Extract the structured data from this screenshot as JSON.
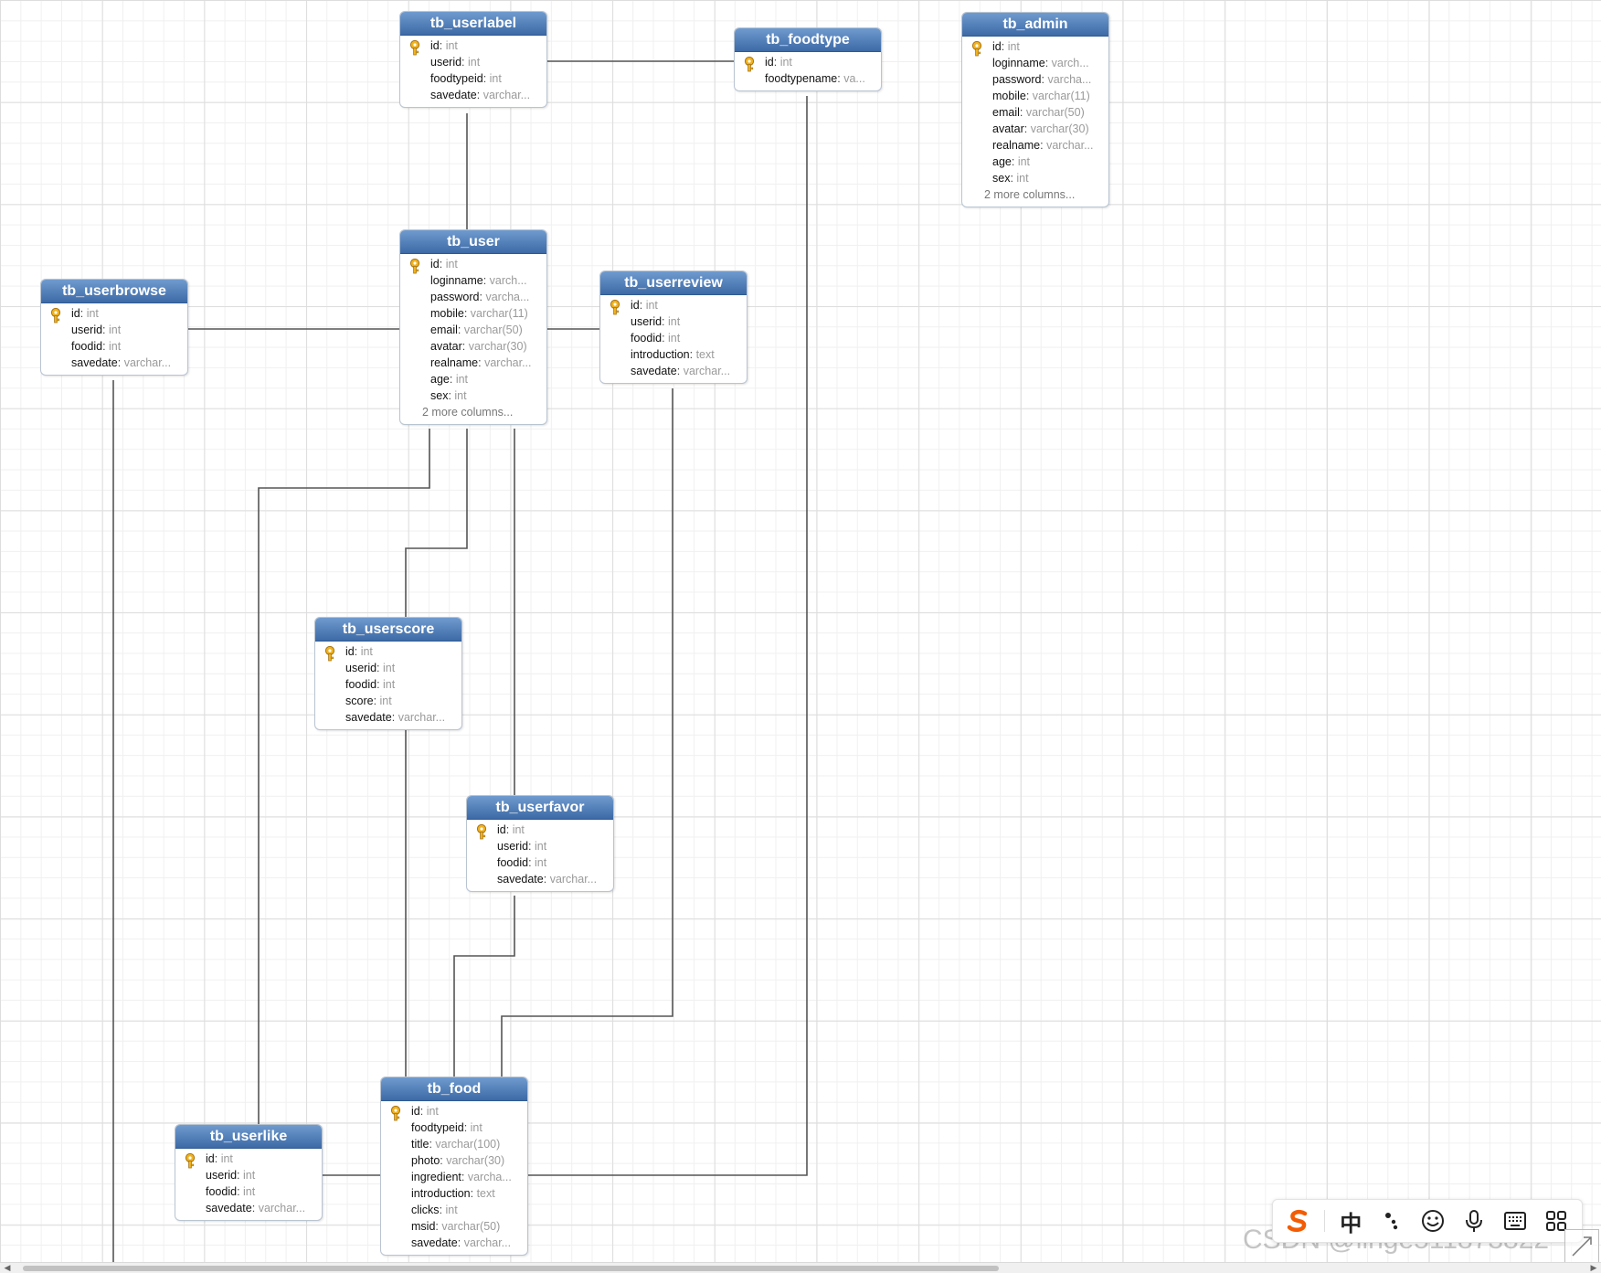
{
  "entities": [
    {
      "id": "tb_userlabel",
      "title": "tb_userlabel",
      "fields": [
        {
          "name": "id",
          "type": "int",
          "pk": true
        },
        {
          "name": "userid",
          "type": "int"
        },
        {
          "name": "foodtypeid",
          "type": "int"
        },
        {
          "name": "savedate",
          "type": "varchar..."
        }
      ]
    },
    {
      "id": "tb_foodtype",
      "title": "tb_foodtype",
      "fields": [
        {
          "name": "id",
          "type": "int",
          "pk": true
        },
        {
          "name": "foodtypename",
          "type": "va..."
        }
      ]
    },
    {
      "id": "tb_admin",
      "title": "tb_admin",
      "fields": [
        {
          "name": "id",
          "type": "int",
          "pk": true
        },
        {
          "name": "loginname",
          "type": "varch..."
        },
        {
          "name": "password",
          "type": "varcha..."
        },
        {
          "name": "mobile",
          "type": "varchar(11)"
        },
        {
          "name": "email",
          "type": "varchar(50)"
        },
        {
          "name": "avatar",
          "type": "varchar(30)"
        },
        {
          "name": "realname",
          "type": "varchar..."
        },
        {
          "name": "age",
          "type": "int"
        },
        {
          "name": "sex",
          "type": "int"
        }
      ],
      "more": "2 more columns..."
    },
    {
      "id": "tb_user",
      "title": "tb_user",
      "fields": [
        {
          "name": "id",
          "type": "int",
          "pk": true
        },
        {
          "name": "loginname",
          "type": "varch..."
        },
        {
          "name": "password",
          "type": "varcha..."
        },
        {
          "name": "mobile",
          "type": "varchar(11)"
        },
        {
          "name": "email",
          "type": "varchar(50)"
        },
        {
          "name": "avatar",
          "type": "varchar(30)"
        },
        {
          "name": "realname",
          "type": "varchar..."
        },
        {
          "name": "age",
          "type": "int"
        },
        {
          "name": "sex",
          "type": "int"
        }
      ],
      "more": "2 more columns..."
    },
    {
      "id": "tb_userbrowse",
      "title": "tb_userbrowse",
      "fields": [
        {
          "name": "id",
          "type": "int",
          "pk": true
        },
        {
          "name": "userid",
          "type": "int"
        },
        {
          "name": "foodid",
          "type": "int"
        },
        {
          "name": "savedate",
          "type": "varchar..."
        }
      ]
    },
    {
      "id": "tb_userreview",
      "title": "tb_userreview",
      "fields": [
        {
          "name": "id",
          "type": "int",
          "pk": true
        },
        {
          "name": "userid",
          "type": "int"
        },
        {
          "name": "foodid",
          "type": "int"
        },
        {
          "name": "introduction",
          "type": "text"
        },
        {
          "name": "savedate",
          "type": "varchar..."
        }
      ]
    },
    {
      "id": "tb_userscore",
      "title": "tb_userscore",
      "fields": [
        {
          "name": "id",
          "type": "int",
          "pk": true
        },
        {
          "name": "userid",
          "type": "int"
        },
        {
          "name": "foodid",
          "type": "int"
        },
        {
          "name": "score",
          "type": "int"
        },
        {
          "name": "savedate",
          "type": "varchar..."
        }
      ]
    },
    {
      "id": "tb_userfavor",
      "title": "tb_userfavor",
      "fields": [
        {
          "name": "id",
          "type": "int",
          "pk": true
        },
        {
          "name": "userid",
          "type": "int"
        },
        {
          "name": "foodid",
          "type": "int"
        },
        {
          "name": "savedate",
          "type": "varchar..."
        }
      ]
    },
    {
      "id": "tb_userlike",
      "title": "tb_userlike",
      "fields": [
        {
          "name": "id",
          "type": "int",
          "pk": true
        },
        {
          "name": "userid",
          "type": "int"
        },
        {
          "name": "foodid",
          "type": "int"
        },
        {
          "name": "savedate",
          "type": "varchar..."
        }
      ]
    },
    {
      "id": "tb_food",
      "title": "tb_food",
      "fields": [
        {
          "name": "id",
          "type": "int",
          "pk": true
        },
        {
          "name": "foodtypeid",
          "type": "int"
        },
        {
          "name": "title",
          "type": "varchar(100)"
        },
        {
          "name": "photo",
          "type": "varchar(30)"
        },
        {
          "name": "ingredient",
          "type": "varcha..."
        },
        {
          "name": "introduction",
          "type": "text"
        },
        {
          "name": "clicks",
          "type": "int"
        },
        {
          "name": "msid",
          "type": "varchar(50)"
        },
        {
          "name": "savedate",
          "type": "varchar..."
        }
      ]
    }
  ],
  "relationships": [
    {
      "from": "tb_userlabel",
      "to": "tb_foodtype"
    },
    {
      "from": "tb_userlabel",
      "to": "tb_user"
    },
    {
      "from": "tb_userbrowse",
      "to": "tb_user"
    },
    {
      "from": "tb_userreview",
      "to": "tb_user"
    },
    {
      "from": "tb_userscore",
      "to": "tb_user"
    },
    {
      "from": "tb_userfavor",
      "to": "tb_user"
    },
    {
      "from": "tb_userlike",
      "to": "tb_user"
    },
    {
      "from": "tb_userbrowse",
      "to": "tb_food"
    },
    {
      "from": "tb_userscore",
      "to": "tb_food"
    },
    {
      "from": "tb_userfavor",
      "to": "tb_food"
    },
    {
      "from": "tb_userreview",
      "to": "tb_food"
    },
    {
      "from": "tb_userlike",
      "to": "tb_food"
    },
    {
      "from": "tb_food",
      "to": "tb_foodtype"
    }
  ],
  "ime_toolbar": {
    "language_label": "中",
    "icons": [
      "sogou-logo-icon",
      "punctuation-icon",
      "emoji-icon",
      "microphone-icon",
      "keyboard-icon",
      "grid-menu-icon"
    ]
  },
  "watermark": "CSDN @linge511873822",
  "colors": {
    "header": "#4a78b4",
    "line": "#555555",
    "key": "#e8a317",
    "ime_brand": "#f25c05"
  }
}
